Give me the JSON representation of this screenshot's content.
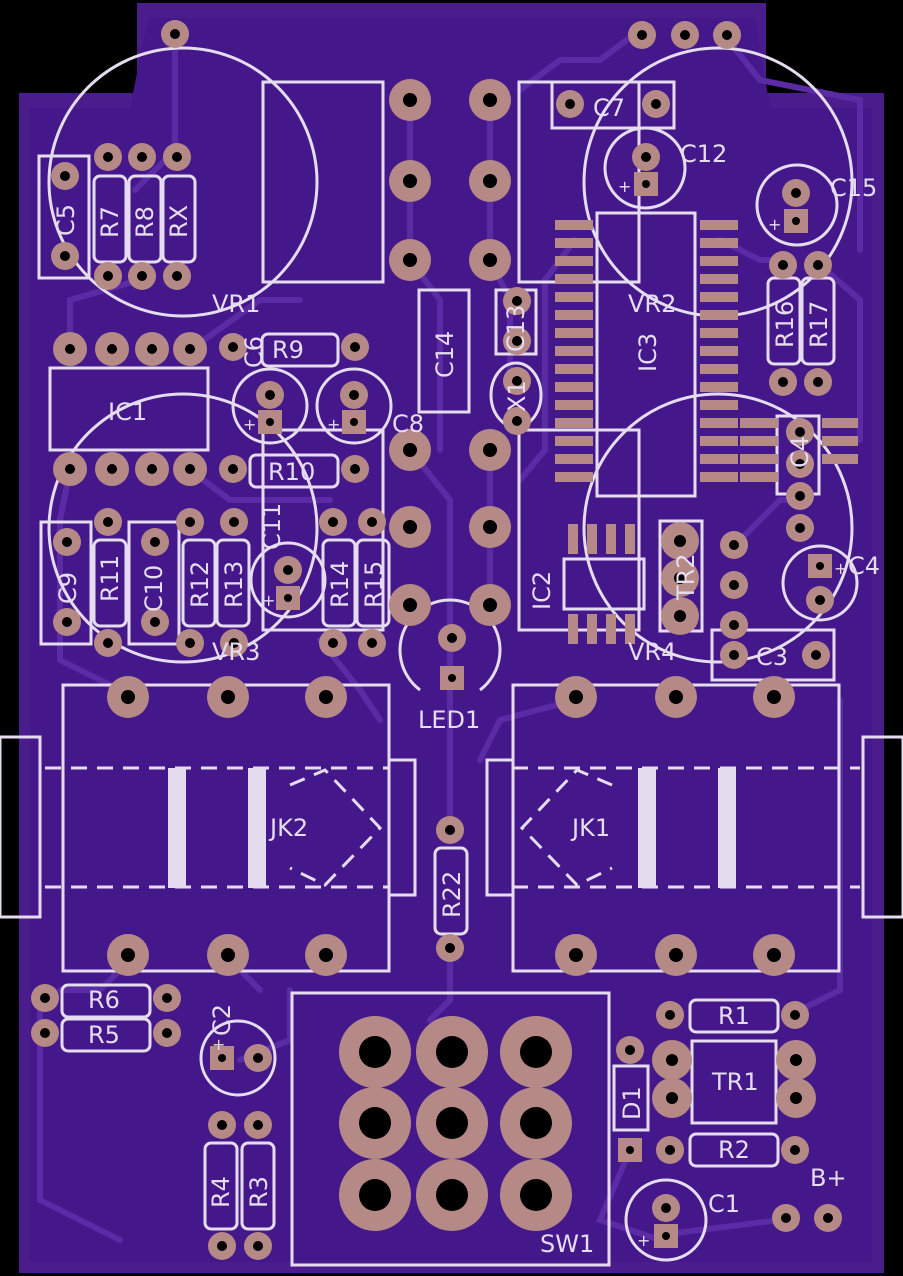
{
  "colors": {
    "board": "#4a1c8c",
    "board_dark": "#3d1478",
    "trace": "#5a2aa0",
    "copper": "#b58a86",
    "pad_dark": "#b58a86",
    "hole": "#000000",
    "silk": "#e6dcef",
    "background": "#000000"
  },
  "labels": {
    "vr1": "VR1",
    "vr2": "VR2",
    "vr3": "VR3",
    "vr4": "VR4",
    "ic1": "IC1",
    "ic2": "IC2",
    "ic3": "IC3",
    "c1": "C1",
    "c2": "C2",
    "c3": "C3",
    "c4a": "C4",
    "c4b": "C4",
    "c5": "C5",
    "c6": "C6",
    "c7": "C7",
    "c8": "C8",
    "c9": "C9",
    "c10": "C10",
    "c11": "C11",
    "c12": "C12",
    "c13": "C13",
    "c14": "C14",
    "c15": "C15",
    "r1": "R1",
    "r2": "R2",
    "r3": "R3",
    "r4": "R4",
    "r5": "R5",
    "r6": "R6",
    "r7": "R7",
    "r8": "R8",
    "rx": "RX",
    "r9": "R9",
    "r10": "R10",
    "r11": "R11",
    "r12": "R12",
    "r13": "R13",
    "r14": "R14",
    "r15": "R15",
    "r16": "R16",
    "r17": "R17",
    "r22": "R22",
    "x1": "X1",
    "tr1": "TR1",
    "tr2": "TR2",
    "d1": "D1",
    "led1": "LED1",
    "jk1": "JK1",
    "jk2": "JK2",
    "sw1": "SW1",
    "bplus": "B+"
  }
}
